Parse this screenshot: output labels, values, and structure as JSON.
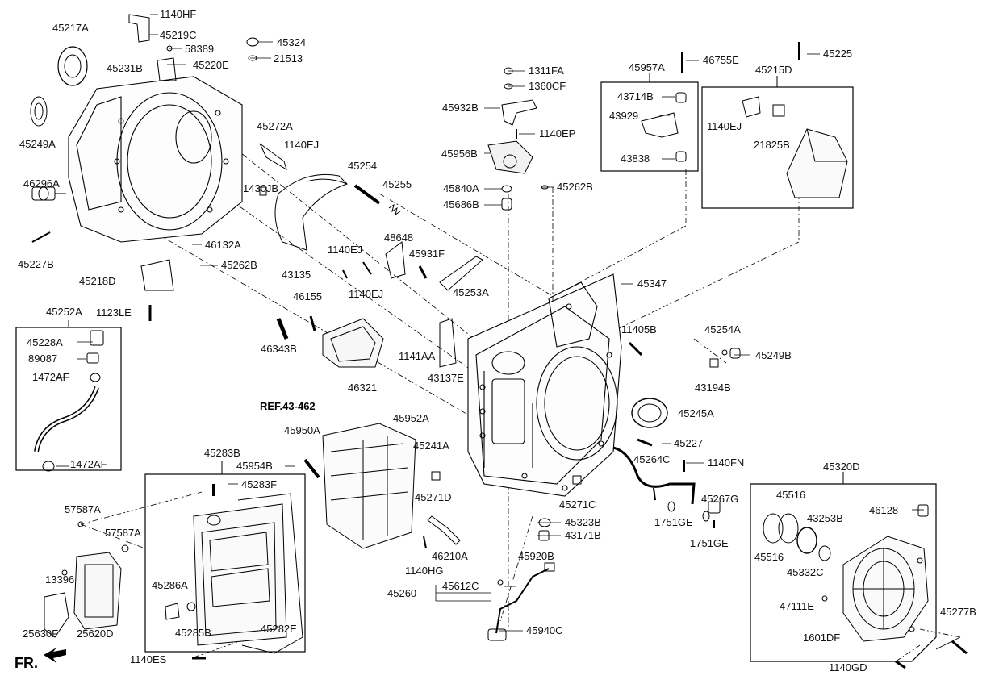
{
  "ref_label": "REF.43-462",
  "direction_label": "FR.",
  "parts": [
    {
      "id": "p1",
      "code": "1140HF"
    },
    {
      "id": "p2",
      "code": "45217A"
    },
    {
      "id": "p3",
      "code": "45219C"
    },
    {
      "id": "p4",
      "code": "45324"
    },
    {
      "id": "p5",
      "code": "58389"
    },
    {
      "id": "p6",
      "code": "21513"
    },
    {
      "id": "p7",
      "code": "45231B"
    },
    {
      "id": "p8",
      "code": "45220E"
    },
    {
      "id": "p9",
      "code": "1311FA"
    },
    {
      "id": "p10",
      "code": "45957A"
    },
    {
      "id": "p11",
      "code": "46755E"
    },
    {
      "id": "p12",
      "code": "45225"
    },
    {
      "id": "p13",
      "code": "45215D"
    },
    {
      "id": "p14",
      "code": "1360CF"
    },
    {
      "id": "p15",
      "code": "43714B"
    },
    {
      "id": "p16",
      "code": "45932B"
    },
    {
      "id": "p17",
      "code": "43929"
    },
    {
      "id": "p18",
      "code": "45249A"
    },
    {
      "id": "p19",
      "code": "45272A"
    },
    {
      "id": "p20",
      "code": "1140EP"
    },
    {
      "id": "p21",
      "code": "1140EJ"
    },
    {
      "id": "p22",
      "code": "1140EJ"
    },
    {
      "id": "p23",
      "code": "21825B"
    },
    {
      "id": "p24",
      "code": "45956B"
    },
    {
      "id": "p25",
      "code": "43838"
    },
    {
      "id": "p26",
      "code": "46296A"
    },
    {
      "id": "p27",
      "code": "45254"
    },
    {
      "id": "p28",
      "code": "1430JB"
    },
    {
      "id": "p29",
      "code": "45255"
    },
    {
      "id": "p30",
      "code": "45840A"
    },
    {
      "id": "p31",
      "code": "45686B"
    },
    {
      "id": "p32",
      "code": "45262B"
    },
    {
      "id": "p33",
      "code": "48648"
    },
    {
      "id": "p34",
      "code": "46132A"
    },
    {
      "id": "p35",
      "code": "45227B"
    },
    {
      "id": "p36",
      "code": "1140EJ"
    },
    {
      "id": "p37",
      "code": "45931F"
    },
    {
      "id": "p38",
      "code": "45262B"
    },
    {
      "id": "p39",
      "code": "43135"
    },
    {
      "id": "p40",
      "code": "45218D"
    },
    {
      "id": "p41",
      "code": "45253A"
    },
    {
      "id": "p42",
      "code": "1140EJ"
    },
    {
      "id": "p43",
      "code": "45347"
    },
    {
      "id": "p44",
      "code": "46155"
    },
    {
      "id": "p45",
      "code": "45252A"
    },
    {
      "id": "p46",
      "code": "1123LE"
    },
    {
      "id": "p47",
      "code": "11405B"
    },
    {
      "id": "p48",
      "code": "45254A"
    },
    {
      "id": "p49",
      "code": "45228A"
    },
    {
      "id": "p50",
      "code": "46343B"
    },
    {
      "id": "p51",
      "code": "1141AA"
    },
    {
      "id": "p52",
      "code": "45249B"
    },
    {
      "id": "p53",
      "code": "89087"
    },
    {
      "id": "p54",
      "code": "43194B"
    },
    {
      "id": "p55",
      "code": "1472AF"
    },
    {
      "id": "p56",
      "code": "43137E"
    },
    {
      "id": "p57",
      "code": "46321"
    },
    {
      "id": "p58",
      "code": "45245A"
    },
    {
      "id": "p59",
      "code": "45952A"
    },
    {
      "id": "p60",
      "code": "45950A"
    },
    {
      "id": "p61",
      "code": "45241A"
    },
    {
      "id": "p62",
      "code": "45227"
    },
    {
      "id": "p63",
      "code": "45283B"
    },
    {
      "id": "p64",
      "code": "45954B"
    },
    {
      "id": "p65",
      "code": "1472AF"
    },
    {
      "id": "p66",
      "code": "45264C"
    },
    {
      "id": "p67",
      "code": "1140FN"
    },
    {
      "id": "p68",
      "code": "45320D"
    },
    {
      "id": "p69",
      "code": "45283F"
    },
    {
      "id": "p70",
      "code": "45516"
    },
    {
      "id": "p71",
      "code": "45271D"
    },
    {
      "id": "p72",
      "code": "45271C"
    },
    {
      "id": "p73",
      "code": "45267G"
    },
    {
      "id": "p74",
      "code": "46128"
    },
    {
      "id": "p75",
      "code": "57587A"
    },
    {
      "id": "p76",
      "code": "45323B"
    },
    {
      "id": "p77",
      "code": "43253B"
    },
    {
      "id": "p78",
      "code": "57587A"
    },
    {
      "id": "p79",
      "code": "43171B"
    },
    {
      "id": "p80",
      "code": "1751GE"
    },
    {
      "id": "p81",
      "code": "1751GE"
    },
    {
      "id": "p82",
      "code": "45516"
    },
    {
      "id": "p83",
      "code": "46210A"
    },
    {
      "id": "p84",
      "code": "45920B"
    },
    {
      "id": "p85",
      "code": "13396"
    },
    {
      "id": "p86",
      "code": "45286A"
    },
    {
      "id": "p87",
      "code": "1140HG"
    },
    {
      "id": "p88",
      "code": "45332C"
    },
    {
      "id": "p89",
      "code": "45612C"
    },
    {
      "id": "p90",
      "code": "45260"
    },
    {
      "id": "p91",
      "code": "47111E"
    },
    {
      "id": "p92",
      "code": "45277B"
    },
    {
      "id": "p93",
      "code": "25630F"
    },
    {
      "id": "p94",
      "code": "25620D"
    },
    {
      "id": "p95",
      "code": "45285B"
    },
    {
      "id": "p96",
      "code": "45282E"
    },
    {
      "id": "p97",
      "code": "45940C"
    },
    {
      "id": "p98",
      "code": "1601DF"
    },
    {
      "id": "p99",
      "code": "1140ES"
    },
    {
      "id": "p100",
      "code": "1140GD"
    }
  ]
}
